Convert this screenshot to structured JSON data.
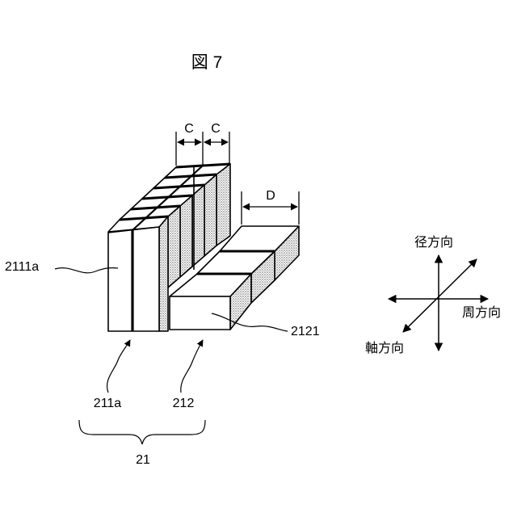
{
  "figure": {
    "title": "図 7"
  },
  "dimensions": {
    "c_left": "C",
    "c_right": "C",
    "d": "D"
  },
  "labels": {
    "block_2111a": "2111a",
    "block_2121": "2121",
    "group_211a": "211a",
    "group_212": "212",
    "assembly_21": "21"
  },
  "directions": {
    "radial": "径方向",
    "circumferential": "周方向",
    "axial": "軸方向"
  }
}
